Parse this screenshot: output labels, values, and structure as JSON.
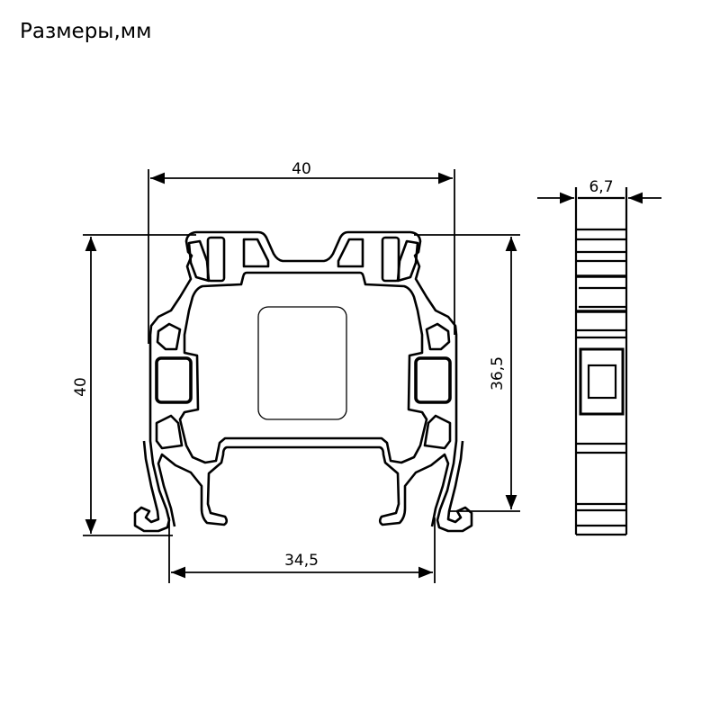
{
  "title": "Размеры,мм",
  "dimensions": {
    "overall_width": "40",
    "overall_height": "40",
    "rail_height": "36,5",
    "foot_width": "34,5",
    "thickness": "6,7"
  },
  "colors": {
    "line": "#000000",
    "background": "#ffffff"
  }
}
